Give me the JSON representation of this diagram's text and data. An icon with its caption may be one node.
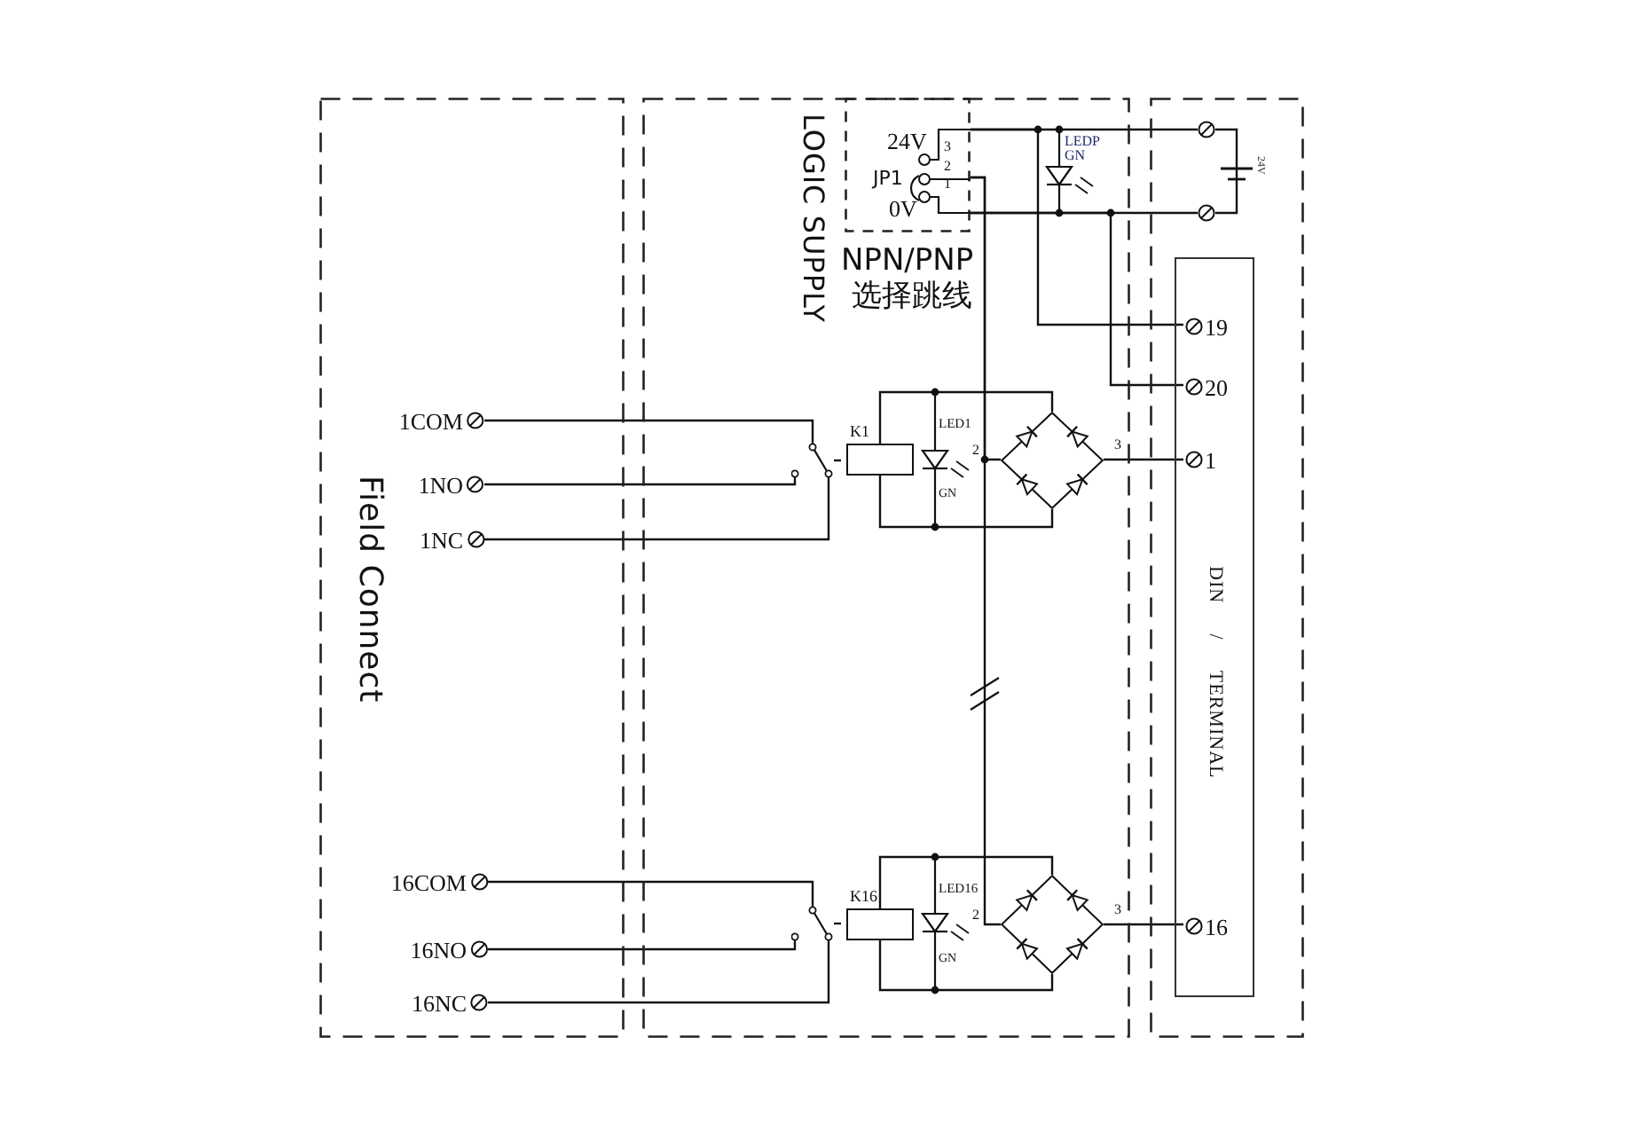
{
  "diagram": {
    "nodes": [
      {
        "text": [
          "Field Connect"
        ]
      },
      {
        "text": [
          "LOGIC SUPPLY"
        ]
      },
      {
        "text": [],
        "shape": "box"
      },
      {
        "text": [
          "24V",
          "3",
          "JP1",
          "2",
          "1",
          "0V"
        ],
        "in": 1
      },
      {
        "text": [
          "DIN / TERMINAL"
        ],
        "in": 2
      },
      {
        "text": [
          "1COM"
        ],
        "in": 0
      },
      {
        "text": [
          "1NO"
        ],
        "in": 0
      },
      {
        "text": [
          "1NC"
        ],
        "in": 0
      },
      {
        "text": [
          "16COM"
        ],
        "in": 0
      },
      {
        "text": [
          "16NO"
        ],
        "in": 0
      },
      {
        "text": [
          "16NC"
        ],
        "in": 0
      },
      {
        "text": [],
        "shape": "switch",
        "in": 1
      },
      {
        "text": [
          "K1"
        ],
        "in": 1
      },
      {
        "text": [],
        "shape": "diamond",
        "in": 1
      },
      {
        "text": [],
        "shape": "switch",
        "in": 1
      },
      {
        "text": [
          "K16"
        ],
        "in": 1
      },
      {
        "text": [],
        "shape": "diamond",
        "in": 1
      },
      {
        "text": [
          "19"
        ],
        "in": 4
      },
      {
        "text": [
          "20"
        ],
        "in": 4
      },
      {
        "text": [
          "1"
        ],
        "in": 4
      },
      {
        "text": [
          "16"
        ],
        "in": 4
      },
      {
        "text": [],
        "shape": "circle",
        "in": 2
      },
      {
        "text": [],
        "shape": "circle",
        "in": 2
      }
    ],
    "edges": [
      {
        "from": 5,
        "to": 11,
        "arrow": "none"
      },
      {
        "from": 6,
        "to": 11,
        "arrow": "none"
      },
      {
        "from": 7,
        "to": 11,
        "arrow": "none"
      },
      {
        "from": 8,
        "to": 14,
        "arrow": "none"
      },
      {
        "from": 9,
        "to": 14,
        "arrow": "none"
      },
      {
        "from": 10,
        "to": 14,
        "arrow": "none"
      },
      {
        "from": 11,
        "to": 12,
        "arrow": "none",
        "style": "dashed"
      },
      {
        "from": 14,
        "to": 15,
        "arrow": "none",
        "style": "dashed"
      },
      {
        "from": 12,
        "to": 13,
        "arrow": "none"
      },
      {
        "from": 12,
        "to": 13,
        "arrow": "none"
      },
      {
        "from": 15,
        "to": 16,
        "arrow": "none"
      },
      {
        "from": 15,
        "to": 16,
        "arrow": "none"
      },
      {
        "from": 13,
        "to": 19,
        "arrow": "none",
        "label": "3"
      },
      {
        "from": 16,
        "to": 20,
        "arrow": "none",
        "label": "3"
      },
      {
        "from": 3,
        "to": 13,
        "arrow": "none"
      },
      {
        "from": 3,
        "to": 16,
        "arrow": "none"
      },
      {
        "from": 3,
        "to": 21,
        "arrow": "none"
      },
      {
        "from": 3,
        "to": 22,
        "arrow": "none"
      },
      {
        "from": 3,
        "to": 17,
        "arrow": "none"
      },
      {
        "from": 3,
        "to": 18,
        "arrow": "none"
      },
      {
        "from": 21,
        "to": 22,
        "arrow": "none"
      }
    ],
    "labels": [
      "LEDP",
      "GN",
      "24V",
      "NPN/PNP",
      "选择跳线",
      "LED1",
      "GN",
      "2",
      "LED16",
      "GN",
      "2"
    ]
  }
}
